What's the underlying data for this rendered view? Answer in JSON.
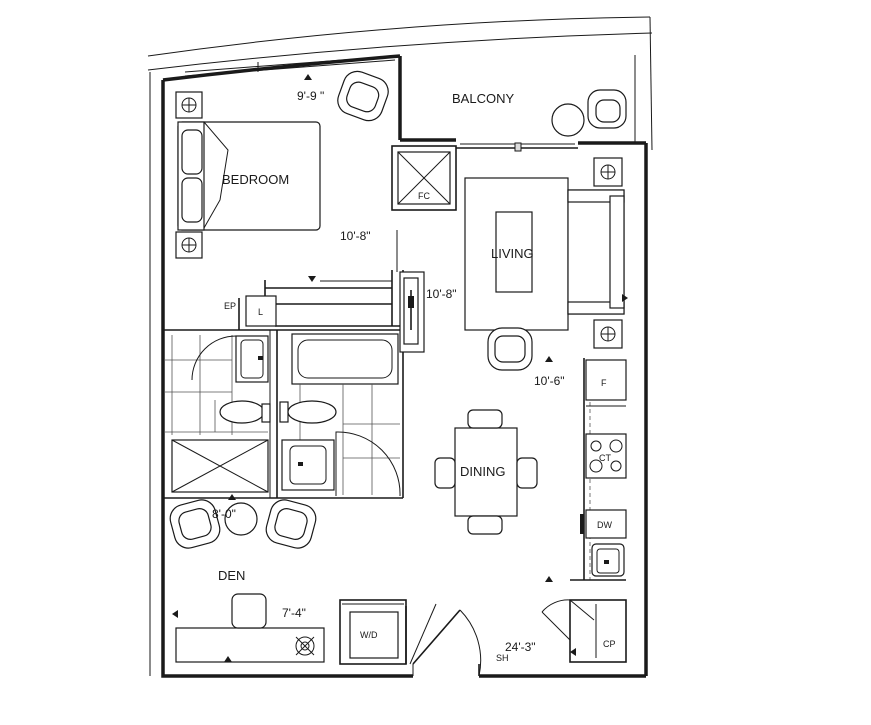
{
  "rooms": {
    "balcony": "BALCONY",
    "bedroom": "BEDROOM",
    "living": "LIVING",
    "dining": "DINING",
    "den": "DEN"
  },
  "dimensions": {
    "bedroom_width": "9'-9 \"",
    "bedroom_depth": "10'-8\"",
    "living_width": "10'-8\"",
    "living_depth": "10'-6\"",
    "den_width": "8'-0\"",
    "den_depth": "7'-4\"",
    "overall_depth": "24'-3\""
  },
  "labels": {
    "fireplace_closet": "FC",
    "electrical_panel": "EP",
    "linen": "L",
    "fridge": "F",
    "cooktop": "CT",
    "dishwasher": "DW",
    "washer_dryer": "W/D",
    "shelf": "SH",
    "coat_closet": "CP"
  }
}
